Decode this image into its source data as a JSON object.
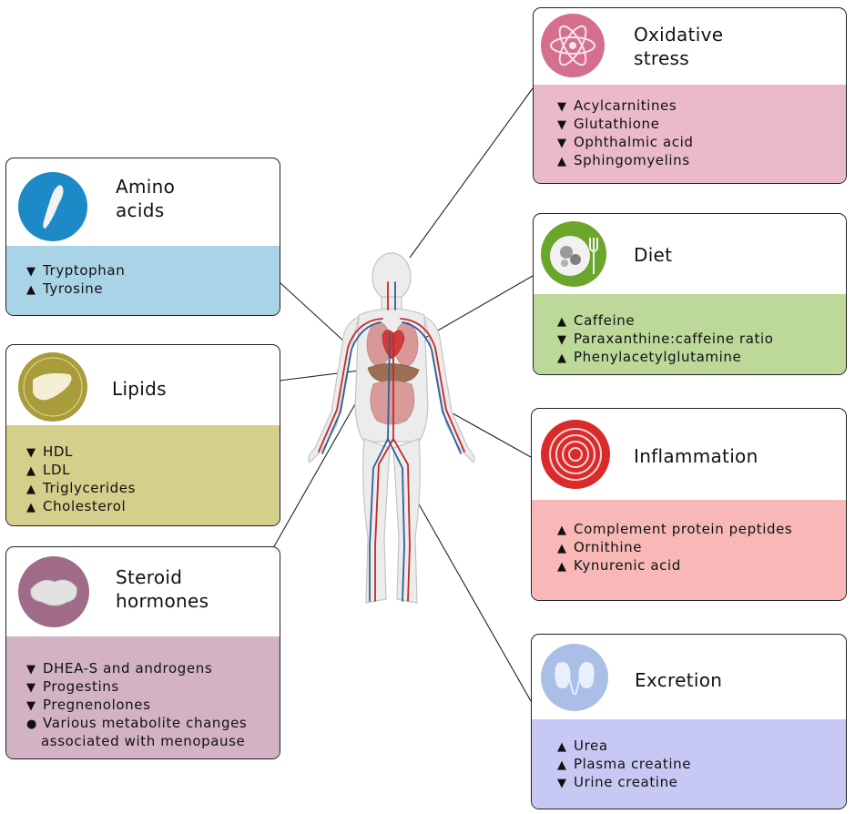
{
  "colors": {
    "oxidative": "#ebb9cc",
    "amino": "#a9d4e8",
    "diet": "#bcd99a",
    "lipids": "#d4cf8a",
    "inflammation": "#f8b8b8",
    "steroid": "#d3b3c3",
    "excretion": "#c7c9f4",
    "connector": "#222222"
  },
  "cards": {
    "amino": {
      "title": "Amino\nacids",
      "icon": "muscle-icon",
      "items": [
        {
          "marker": "▼",
          "text": "Tryptophan"
        },
        {
          "marker": "▲",
          "text": "Tyrosine"
        }
      ]
    },
    "lipids": {
      "title": "Lipids",
      "icon": "liver-icon",
      "items": [
        {
          "marker": "▼",
          "text": "HDL"
        },
        {
          "marker": "▲",
          "text": "LDL"
        },
        {
          "marker": "▲",
          "text": "Triglycerides"
        },
        {
          "marker": "▲",
          "text": "Cholesterol"
        }
      ]
    },
    "steroid": {
      "title": "Steroid\nhormones",
      "icon": "gland-icon",
      "items": [
        {
          "marker": "▼",
          "text": "DHEA-S and androgens"
        },
        {
          "marker": "▼",
          "text": "Progestins"
        },
        {
          "marker": "▼",
          "text": "Pregnenolones"
        },
        {
          "marker": "●",
          "text": "Various metabolite changes\nassociated with menopause"
        }
      ]
    },
    "oxidative": {
      "title": "Oxidative\nstress",
      "icon": "atom-icon",
      "items": [
        {
          "marker": "▼",
          "text": "Acylcarnitines"
        },
        {
          "marker": "▼",
          "text": "Glutathione"
        },
        {
          "marker": "▼",
          "text": "Ophthalmic acid"
        },
        {
          "marker": "▲",
          "text": "Sphingomyelins"
        }
      ]
    },
    "diet": {
      "title": "Diet",
      "icon": "food-plate-icon",
      "items": [
        {
          "marker": "▲",
          "text": "Caffeine"
        },
        {
          "marker": "▼",
          "text": "Paraxanthine:caffeine ratio"
        },
        {
          "marker": "▲",
          "text": "Phenylacetylglutamine"
        }
      ]
    },
    "inflammation": {
      "title": "Inflammation",
      "icon": "inflammation-target-icon",
      "items": [
        {
          "marker": "▲",
          "text": "Complement protein peptides"
        },
        {
          "marker": "▲",
          "text": "Ornithine"
        },
        {
          "marker": "▲",
          "text": "Kynurenic acid"
        }
      ]
    },
    "excretion": {
      "title": "Excretion",
      "icon": "kidney-icon",
      "items": [
        {
          "marker": "▲",
          "text": "Urea"
        },
        {
          "marker": "▲",
          "text": "Plasma creatine"
        },
        {
          "marker": "▼",
          "text": "Urine creatine"
        }
      ]
    }
  }
}
